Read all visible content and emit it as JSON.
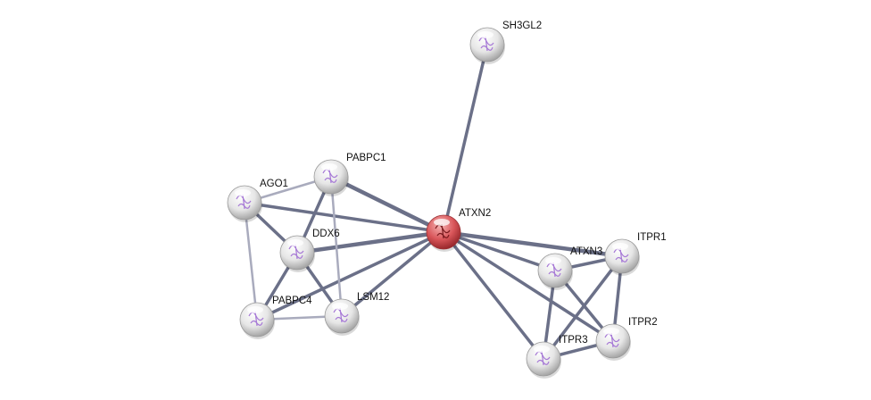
{
  "network": {
    "nodes": [
      {
        "id": "SH3GL2",
        "label": "SH3GL2",
        "query": false
      },
      {
        "id": "PABPC1",
        "label": "PABPC1",
        "query": false
      },
      {
        "id": "AGO1",
        "label": "AGO1",
        "query": false
      },
      {
        "id": "ATXN2",
        "label": "ATXN2",
        "query": true
      },
      {
        "id": "DDX6",
        "label": "DDX6",
        "query": false
      },
      {
        "id": "ATXN3",
        "label": "ATXN3",
        "query": false
      },
      {
        "id": "ITPR1",
        "label": "ITPR1",
        "query": false
      },
      {
        "id": "PABPC4",
        "label": "PABPC4",
        "query": false
      },
      {
        "id": "LSM12",
        "label": "LSM12",
        "query": false
      },
      {
        "id": "ITPR2",
        "label": "ITPR2",
        "query": false
      },
      {
        "id": "ITPR3",
        "label": "ITPR3",
        "query": false
      }
    ],
    "edges": [
      [
        "ATXN2",
        "SH3GL2",
        "medium"
      ],
      [
        "ATXN2",
        "PABPC1",
        "strong"
      ],
      [
        "ATXN2",
        "AGO1",
        "medium"
      ],
      [
        "ATXN2",
        "DDX6",
        "strong"
      ],
      [
        "ATXN2",
        "PABPC4",
        "medium"
      ],
      [
        "ATXN2",
        "LSM12",
        "medium"
      ],
      [
        "ATXN2",
        "ATXN3",
        "medium"
      ],
      [
        "ATXN2",
        "ITPR1",
        "strong"
      ],
      [
        "ATXN2",
        "ITPR2",
        "medium"
      ],
      [
        "ATXN2",
        "ITPR3",
        "medium"
      ],
      [
        "AGO1",
        "PABPC1",
        "weak"
      ],
      [
        "AGO1",
        "DDX6",
        "medium"
      ],
      [
        "AGO1",
        "PABPC4",
        "weak"
      ],
      [
        "PABPC1",
        "DDX6",
        "medium"
      ],
      [
        "PABPC1",
        "LSM12",
        "weak"
      ],
      [
        "DDX6",
        "PABPC4",
        "medium"
      ],
      [
        "DDX6",
        "LSM12",
        "medium"
      ],
      [
        "PABPC4",
        "LSM12",
        "weak"
      ],
      [
        "ATXN3",
        "ITPR1",
        "medium"
      ],
      [
        "ATXN3",
        "ITPR2",
        "medium"
      ],
      [
        "ATXN3",
        "ITPR3",
        "medium"
      ],
      [
        "ITPR1",
        "ITPR2",
        "medium"
      ],
      [
        "ITPR1",
        "ITPR3",
        "medium"
      ],
      [
        "ITPR2",
        "ITPR3",
        "medium"
      ]
    ],
    "colors": {
      "query_node": "#d9565a",
      "node": "#e8e8e8",
      "edge": "#6b7088",
      "edge_weak": "#a9abbd"
    }
  }
}
